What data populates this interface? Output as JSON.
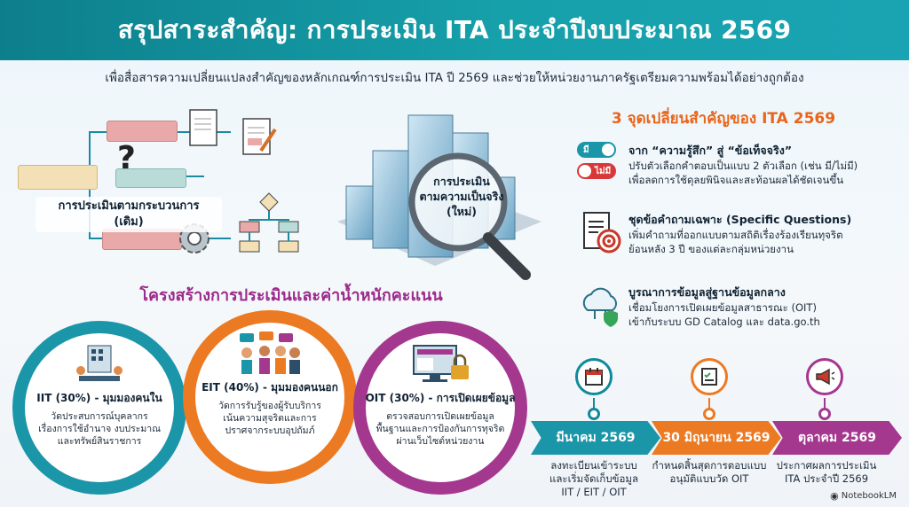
{
  "header": {
    "title": "สรุปสาระสำคัญ: การประเมิน ITA ประจำปีงบประมาณ 2569"
  },
  "subtitle": "เพื่อสื่อสารความเปลี่ยนแปลงสำคัญของหลักเกณฑ์การประเมิน ITA ปี 2569 และช่วยให้หน่วยงานภาครัฐเตรียมความพร้อมได้อย่างถูกต้อง",
  "old_method": {
    "label_line1": "การประเมินตามกระบวนการ",
    "label_line2": "(เดิม)"
  },
  "new_method": {
    "label_line1": "การประเมิน",
    "label_line2": "ตามความเป็นจริง",
    "label_line3": "(ใหม่)"
  },
  "changes": {
    "title": "3 จุดเปลี่ยนสำคัญของ ITA 2569",
    "toggle_yes": "มี",
    "toggle_no": "ไม่มี",
    "items": [
      {
        "title": "จาก “ความรู้สึก” สู่ “ข้อเท็จจริง”",
        "desc1": "ปรับตัวเลือกคำตอบเป็นแบบ 2 ตัวเลือก (เช่น มี/ไม่มี)",
        "desc2": "เพื่อลดการใช้ดุลยพินิจและสะท้อนผลได้ชัดเจนขึ้น",
        "icon": "toggle-switch-icon"
      },
      {
        "title": "ชุดข้อคำถามเฉพาะ (Specific Questions)",
        "desc1": "เพิ่มคำถามที่ออกแบบตามสถิติเรื่องร้องเรียนทุจริต",
        "desc2": "ย้อนหลัง 3 ปี ของแต่ละกลุ่มหน่วยงาน",
        "icon": "document-target-icon"
      },
      {
        "title": "บูรณาการข้อมูลสู่ฐานข้อมูลกลาง",
        "desc1": "เชื่อมโยงการเปิดเผยข้อมูลสาธารณะ (OIT)",
        "desc2": "เข้ากับระบบ GD Catalog และ data.go.th",
        "icon": "cloud-shield-icon"
      }
    ]
  },
  "structure": {
    "title": "โครงสร้างการประเมินและค่าน้ำหนักคะแนน",
    "circles": [
      {
        "head": "IIT (30%) - มุมมองคนใน",
        "desc1": "วัดประสบการณ์บุคลากร",
        "desc2": "เรื่องการใช้อำนาจ งบประมาณ",
        "desc3": "และทรัพย์สินราชการ",
        "color": "#1b95a8"
      },
      {
        "head": "EIT (40%) - มุมมองคนนอก",
        "desc1": "วัดการรับรู้ของผู้รับบริการ",
        "desc2": "เน้นความสุจริตและการ",
        "desc3": "ปราศจากระบบอุปถัมภ์",
        "color": "#ec7a22"
      },
      {
        "head": "OIT (30%) - การเปิดเผยข้อมูล",
        "desc1": "ตรวจสอบการเปิดเผยข้อมูล",
        "desc2": "พื้นฐานและการป้องกันการทุจริต",
        "desc3": "ผ่านเว็บไซต์หน่วยงาน",
        "color": "#a4388f"
      }
    ]
  },
  "timeline": [
    {
      "date": "มีนาคม 2569",
      "note1": "ลงทะเบียนเข้าระบบ",
      "note2": "และเริ่มจัดเก็บข้อมูล",
      "note3": "IIT / EIT / OIT",
      "color": "#1b95a8",
      "icon": "calendar-icon"
    },
    {
      "date": "30 มิถุนายน 2569",
      "note1": "กำหนดสิ้นสุดการตอบแบบ",
      "note2": "อนุมัติแบบวัด OIT",
      "note3": "",
      "color": "#ec7a22",
      "icon": "checklist-icon"
    },
    {
      "date": "ตุลาคม 2569",
      "note1": "ประกาศผลการประเมิน",
      "note2": "ITA ประจำปี 2569",
      "note3": "",
      "color": "#a4388f",
      "icon": "megaphone-icon"
    }
  ],
  "brand": "NotebookLM"
}
